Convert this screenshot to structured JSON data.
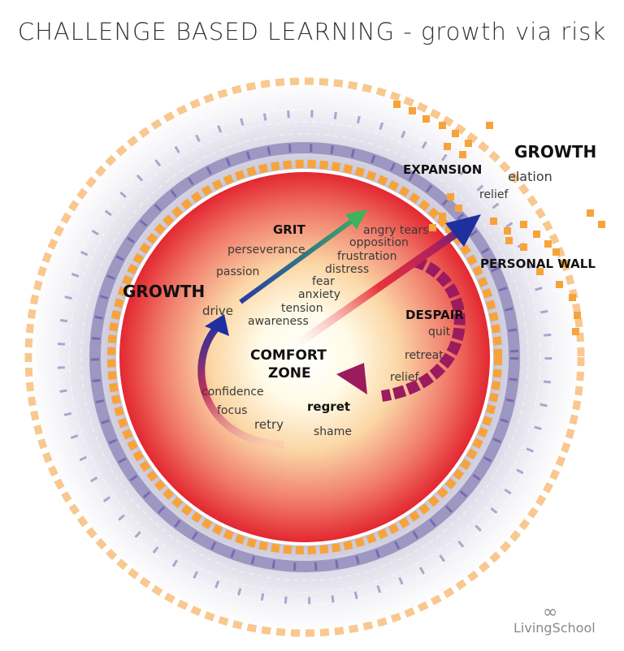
{
  "title": "CHALLENGE BASED LEARNING - growth via risk",
  "labels": {
    "comfort_zone_1": "COMFORT",
    "comfort_zone_2": "ZONE",
    "growth_left": "GROWTH",
    "growth_right": "GROWTH",
    "grit": "GRIT",
    "despair": "DESPAIR",
    "expansion": "EXPANSION",
    "personal_wall": "PERSONAL WALL",
    "regret": "regret"
  },
  "words": {
    "perseverance": "perseverance",
    "passion": "passion",
    "drive": "drive",
    "angry_tears": "angry tears",
    "opposition": "opposition",
    "frustration": "frustration",
    "distress": "distress",
    "fear": "fear",
    "anxiety": "anxiety",
    "tension": "tension",
    "awareness": "awareness",
    "quit": "quit",
    "retreat": "retreat",
    "relief_inner": "relief",
    "relief_outer": "relief",
    "elation": "elation",
    "confidence": "confidence",
    "focus": "focus",
    "retry": "retry",
    "shame": "shame"
  },
  "logo": {
    "mark": "∞",
    "text": "LivingSchool"
  },
  "colors": {
    "core": "#ffffff",
    "inner_red": "#e8333b",
    "orange_dash": "#f7a33b",
    "outer_dash": "#f8c890",
    "purple": "#7a6bb0",
    "despair_arrow": "#9b1b5e",
    "growth_arrow": "#1f2fa0",
    "grit_arrow": "#3aa35c"
  }
}
